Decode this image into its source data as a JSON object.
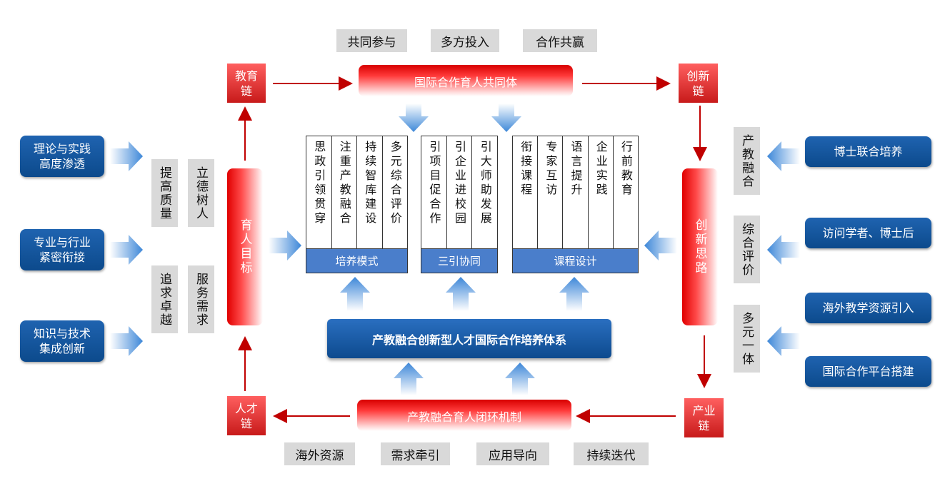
{
  "top_tags": [
    "共同参与",
    "多方投入",
    "合作共赢"
  ],
  "bottom_tags": [
    "海外资源",
    "需求牵引",
    "应用导向",
    "持续迭代"
  ],
  "chains": {
    "education": "教育链",
    "innovation": "创新链",
    "talent": "人才链",
    "industry": "产业链"
  },
  "top_bar": "国际合作育人共同体",
  "bottom_bar": "产教融合育人闭环机制",
  "left_vertical_bar": "育人目标",
  "right_vertical_bar": "创新思路",
  "center_bar": "产教融合创新型人才国际合作培养体系",
  "left_blue_boxes": [
    "理论与实践高度渗透",
    "专业与行业紧密衔接",
    "知识与技术集成创新"
  ],
  "left_gray_labels": [
    "提高质量",
    "立德树人",
    "追求卓越",
    "服务需求"
  ],
  "right_gray_labels": [
    "产教融合",
    "综合评价",
    "多元一体"
  ],
  "right_blue_boxes": [
    "博士联合培养",
    "访问学者、博士后",
    "海外教学资源引入",
    "国际合作平台搭建"
  ],
  "panels": [
    {
      "title": "培养模式",
      "columns": [
        "思政引领贯穿",
        "注重产教融合",
        "持续智库建设",
        "多元综合评价"
      ]
    },
    {
      "title": "三引协同",
      "columns": [
        "引项目促合作",
        "引企业进校园",
        "引大师助发展"
      ]
    },
    {
      "title": "课程设计",
      "columns": [
        "衔接课程",
        "专家互访",
        "语言提升",
        "企业实践",
        "行前教育"
      ]
    }
  ],
  "colors": {
    "blue_box": "#0c4a8c",
    "red": "#d80000",
    "panel_footer": "#4a7ecb",
    "gray_tag": "#d9d9d9",
    "arrow_red": "#c00000",
    "arrow_blue": "#4a90d9"
  }
}
